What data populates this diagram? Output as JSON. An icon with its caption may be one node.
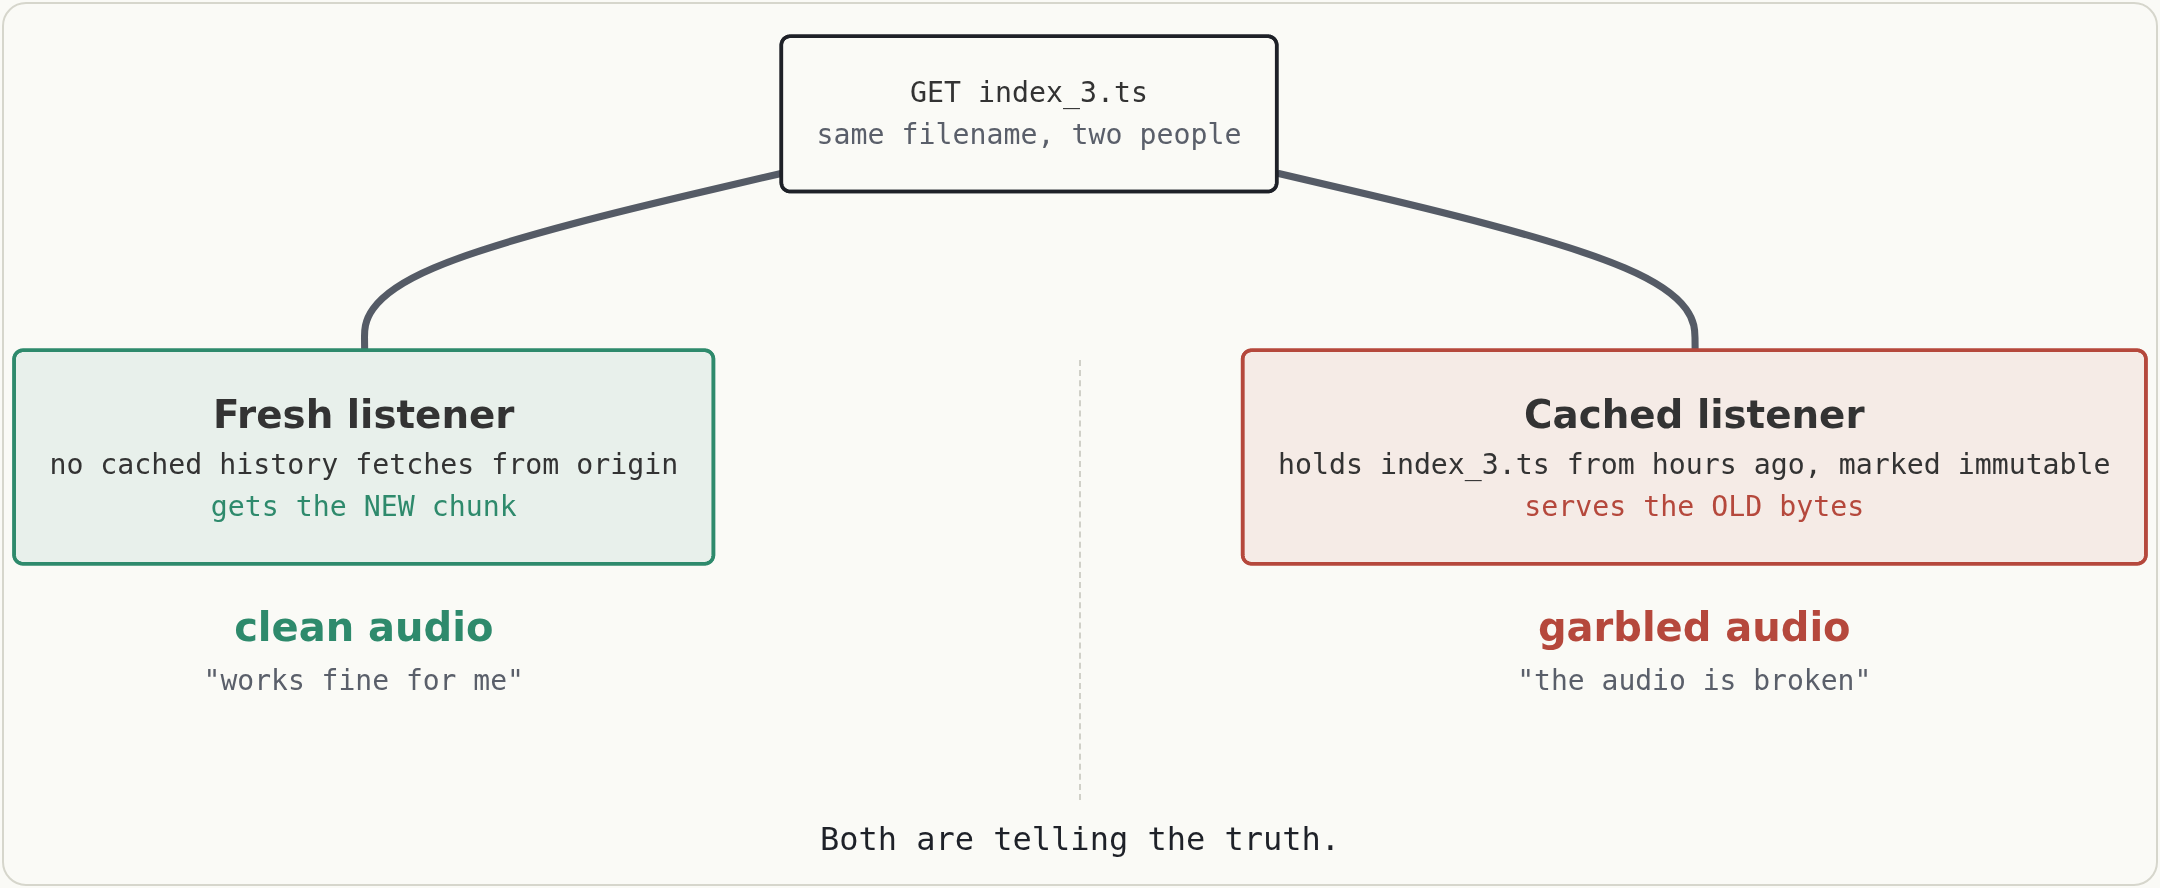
{
  "diagram": {
    "caption": "Both are telling the truth.",
    "nodes": [
      {
        "text": [
          "GET index_3.ts",
          "same filename, two people"
        ]
      },
      {
        "text": [
          "Fresh listener",
          "no cached history fetches from origin",
          "gets the NEW chunk"
        ],
        "beside": [
          "clean audio",
          "\"works fine for me\""
        ]
      },
      {
        "text": [
          "Cached listener",
          "holds index_3.ts from hours ago, marked immutable",
          "serves the OLD bytes"
        ],
        "beside": [
          "garbled audio",
          "\"the audio is broken\""
        ]
      }
    ],
    "edges": [
      {
        "from": 0,
        "to": 1,
        "arrow": "none"
      },
      {
        "from": 0,
        "to": 2,
        "arrow": "none"
      }
    ]
  }
}
